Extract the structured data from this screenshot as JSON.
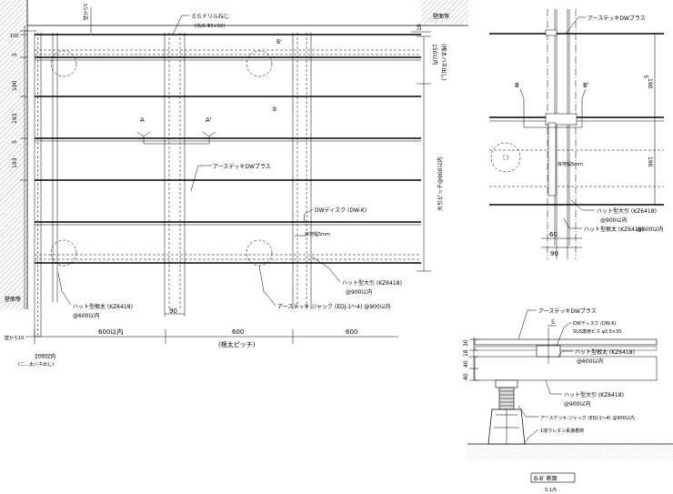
{
  "plan": {
    "dim_top_5": "壁から5",
    "dim_top_10": "10",
    "dim_top_100": "100",
    "screw_label": "さらドリルねじ",
    "screw_spec": "(SUS Φ5×50)",
    "wall_top_right": "壁面等",
    "wall_left": "壁面等",
    "wall_left_bottom": "壁から10",
    "dim_150": "150以内",
    "dim_150_note": "(根太ハネ出し)",
    "dim_main_pitch": "大引ピッチ@900以内",
    "left_dims": [
      "5",
      "190",
      "193",
      "5",
      "193"
    ],
    "section_A": "A",
    "section_A2": "A'",
    "section_B": "B",
    "section_B2": "B'",
    "deck_label": "アースデッキDWプラス",
    "dw_disc": "DWディスク (DW-K)",
    "gap": "目地幅5mm",
    "beam_label": "ハット型大引 (KZ6418)",
    "beam_pitch": "@900以内",
    "joist_label": "ハット型根太 (KZ6418)",
    "joist_pitch": "@600以内",
    "jack_label": "アースデッキ ジャック (EDJ-1〜4) @900以内",
    "dim_90": "90",
    "dim_600_first": "600以内",
    "dim_600_mid": "600",
    "dim_600_last": "600",
    "joist_pitch_label": "(根太ピッチ)",
    "dim_100_bottom": "100以内",
    "dim_100_bottom_note": "(二…太ハネ出し)"
  },
  "detail": {
    "deck_label": "アースデッキDWプラス",
    "section_B": "B",
    "section_B2": "B'",
    "dim_5": "5",
    "dim_190_top": "190",
    "dim_190_bottom": "190",
    "gap": "目地幅5mm",
    "beam_label": "ハット型大引 (KZ6418)",
    "beam_pitch": "@900以内",
    "joist_label": "ハット型根太 (KZ6418)",
    "joist_pitch": "@600以内",
    "dim_60": "60",
    "dim_90": "90"
  },
  "section": {
    "deck_label": "アースデッキDWプラス",
    "dim_5": "5",
    "disc_label": "DWディスク (DW-K)",
    "screw_label": "SUS専用ビス φ3.5×30",
    "joist_label": "ハット型根太 (KZ6418)",
    "joist_pitch": "@600以内",
    "beam_label": "ハット型大引 (KZ6418)",
    "beam_pitch": "@900以内",
    "jack_label": "アースデッキ ジャック (EDJ-1〜4) @900以内",
    "adhesive_label": "1液ウレタン系接着剤",
    "dims": [
      "30",
      "18",
      "40",
      "40"
    ],
    "title": "B-B' 断面",
    "scale": "S:1/5"
  }
}
